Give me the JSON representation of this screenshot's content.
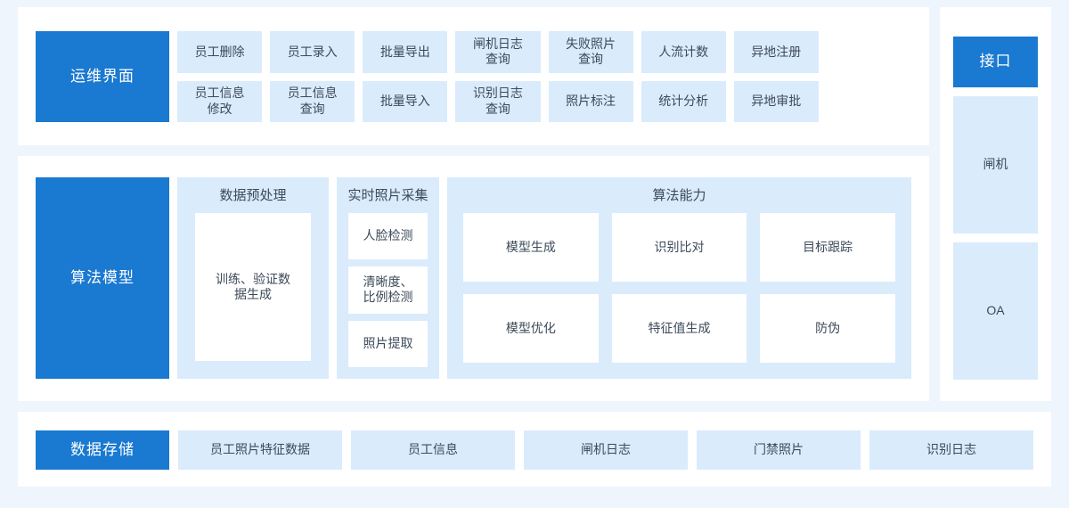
{
  "colors": {
    "page_background": "#eef5fd",
    "card_background": "#ffffff",
    "accent_blue": "#1a79d0",
    "light_blue": "#daebfc",
    "text_dark": "#3d4a59",
    "text_on_accent": "#ffffff"
  },
  "diagram": {
    "type": "layered-architecture",
    "layers": [
      {
        "key": "ops",
        "label": "运维界面",
        "items": [
          "员工删除",
          "员工录入",
          "批量导出",
          "闸机日志\n查询",
          "失败照片\n查询",
          "人流计数",
          "异地注册",
          "员工信息\n修改",
          "员工信息\n查询",
          "批量导入",
          "识别日志\n查询",
          "照片标注",
          "统计分析",
          "异地审批"
        ]
      },
      {
        "key": "algorithm",
        "label": "算法模型"
      },
      {
        "key": "storage",
        "label": "数据存储",
        "items": [
          "员工照片特征数据",
          "员工信息",
          "闸机日志",
          "门禁照片",
          "识别日志"
        ]
      },
      {
        "key": "interface",
        "label": "接口",
        "items": [
          "闸机",
          "OA"
        ]
      }
    ]
  },
  "ops": {
    "label": "运维界面",
    "cells": [
      {
        "id": "employee-delete",
        "text": "员工删除"
      },
      {
        "id": "employee-entry",
        "text": "员工录入"
      },
      {
        "id": "batch-export",
        "text": "批量导出"
      },
      {
        "id": "gate-log-query",
        "text": "闸机日志"
      },
      {
        "id": "failed-photo-query",
        "text": "失败照片"
      },
      {
        "id": "people-flow-count",
        "text": "人流计数"
      },
      {
        "id": "remote-register",
        "text": "异地注册"
      },
      {
        "id": "employee-info-modify",
        "text": "员工信息"
      },
      {
        "id": "employee-info-query",
        "text": "员工信息"
      },
      {
        "id": "batch-import",
        "text": "批量导入"
      },
      {
        "id": "recognition-log-query",
        "text": "识别日志"
      },
      {
        "id": "photo-annotation",
        "text": "照片标注"
      },
      {
        "id": "statistics-analysis",
        "text": "统计分析"
      },
      {
        "id": "remote-approval",
        "text": "异地审批"
      }
    ],
    "cell_lines": {
      "employee_delete": [
        "员工删除"
      ],
      "employee_entry": [
        "员工录入"
      ],
      "batch_export": [
        "批量导出"
      ],
      "gate_log_query": [
        "闸机日志",
        "查询"
      ],
      "failed_photo_query": [
        "失败照片",
        "查询"
      ],
      "people_flow_count": [
        "人流计数"
      ],
      "remote_register": [
        "异地注册"
      ],
      "employee_info_modify": [
        "员工信息",
        "修改"
      ],
      "employee_info_query": [
        "员工信息",
        "查询"
      ],
      "batch_import": [
        "批量导入"
      ],
      "recognition_log_query": [
        "识别日志",
        "查询"
      ],
      "photo_annotation": [
        "照片标注"
      ],
      "statistics_analysis": [
        "统计分析"
      ],
      "remote_approval": [
        "异地审批"
      ]
    },
    "r1c1": "员工删除",
    "r1c2": "员工录入",
    "r1c3": "批量导出",
    "r1c4a": "闸机日志",
    "r1c4b": "查询",
    "r1c5a": "失败照片",
    "r1c5b": "查询",
    "r1c6": "人流计数",
    "r1c7": "异地注册",
    "r2c1a": "员工信息",
    "r2c1b": "修改",
    "r2c2a": "员工信息",
    "r2c2b": "查询",
    "r2c3": "批量导入",
    "r2c4a": "识别日志",
    "r2c4b": "查询",
    "r2c5": "照片标注",
    "r2c6": "统计分析",
    "r2c7": "异地审批"
  },
  "algorithm": {
    "label": "算法模型",
    "preprocess": {
      "title": "数据预处理",
      "body_line1": "训练、验证数",
      "body_line2": "据生成",
      "body_text": "训练、验证数据生成"
    },
    "capture": {
      "title": "实时照片采集",
      "items": [
        {
          "id": "face-detection",
          "line1": "人脸检测",
          "line2": ""
        },
        {
          "id": "clarity-ratio-detection",
          "line1": "清晰度、",
          "line2": "比例检测"
        },
        {
          "id": "photo-extraction",
          "line1": "照片提取",
          "line2": ""
        }
      ],
      "item1": "人脸检测",
      "item2a": "清晰度、",
      "item2b": "比例检测",
      "item3": "照片提取"
    },
    "ability": {
      "title": "算法能力",
      "items": [
        "模型生成",
        "识别比对",
        "目标跟踪",
        "模型优化",
        "特征值生成",
        "防伪"
      ],
      "a1": "模型生成",
      "a2": "识别比对",
      "a3": "目标跟踪",
      "a4": "模型优化",
      "a5": "特征值生成",
      "a6": "防伪"
    }
  },
  "interface": {
    "label": "接口",
    "gate": "闸机",
    "oa": "OA"
  },
  "storage": {
    "label": "数据存储",
    "s1": "员工照片特征数据",
    "s2": "员工信息",
    "s3": "闸机日志",
    "s4": "门禁照片",
    "s5": "识别日志"
  }
}
